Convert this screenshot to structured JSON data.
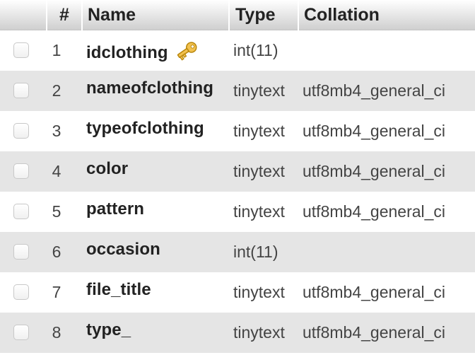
{
  "header": {
    "num": "#",
    "name": "Name",
    "type": "Type",
    "collation": "Collation"
  },
  "rows": [
    {
      "num": "1",
      "name": "idclothing",
      "type": "int(11)",
      "collation": "",
      "primary_key": true
    },
    {
      "num": "2",
      "name": "nameofclothing",
      "type": "tinytext",
      "collation": "utf8mb4_general_ci"
    },
    {
      "num": "3",
      "name": "typeofclothing",
      "type": "tinytext",
      "collation": "utf8mb4_general_ci"
    },
    {
      "num": "4",
      "name": "color",
      "type": "tinytext",
      "collation": "utf8mb4_general_ci"
    },
    {
      "num": "5",
      "name": "pattern",
      "type": "tinytext",
      "collation": "utf8mb4_general_ci"
    },
    {
      "num": "6",
      "name": "occasion",
      "type": "int(11)",
      "collation": ""
    },
    {
      "num": "7",
      "name": "file_title",
      "type": "tinytext",
      "collation": "utf8mb4_general_ci"
    },
    {
      "num": "8",
      "name": "type_",
      "type": "tinytext",
      "collation": "utf8mb4_general_ci"
    }
  ],
  "icons": {
    "primary_key": "key-icon"
  },
  "colors": {
    "header_gradient_top": "#ffffff",
    "header_gradient_bottom": "#cfcfcf",
    "row_alt": "#e5e5e5",
    "key_gold": "#f2c14e"
  }
}
